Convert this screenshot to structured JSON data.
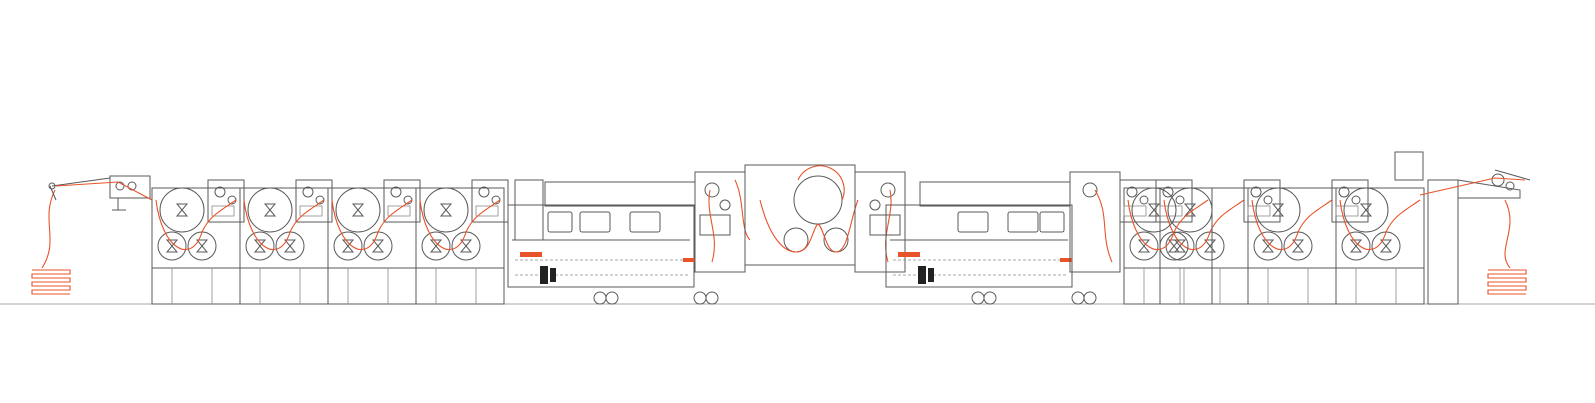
{
  "diagram": {
    "kind": "textile-machine-side-elevation",
    "colors": {
      "line": "#5a5a5a",
      "fabric_path": "#e8532a",
      "background": "#ffffff"
    },
    "sections": [
      {
        "name": "entry-unit"
      },
      {
        "name": "washing-compartment-1"
      },
      {
        "name": "washing-compartment-2"
      },
      {
        "name": "washing-compartment-3"
      },
      {
        "name": "washing-compartment-4"
      },
      {
        "name": "conveyor-steamer-1"
      },
      {
        "name": "squeeze-unit-1"
      },
      {
        "name": "central-drum-unit"
      },
      {
        "name": "squeeze-unit-2"
      },
      {
        "name": "conveyor-steamer-2"
      },
      {
        "name": "washing-compartment-5"
      },
      {
        "name": "washing-compartment-6"
      },
      {
        "name": "washing-compartment-7"
      },
      {
        "name": "washing-compartment-8"
      },
      {
        "name": "exit-unit"
      }
    ]
  }
}
